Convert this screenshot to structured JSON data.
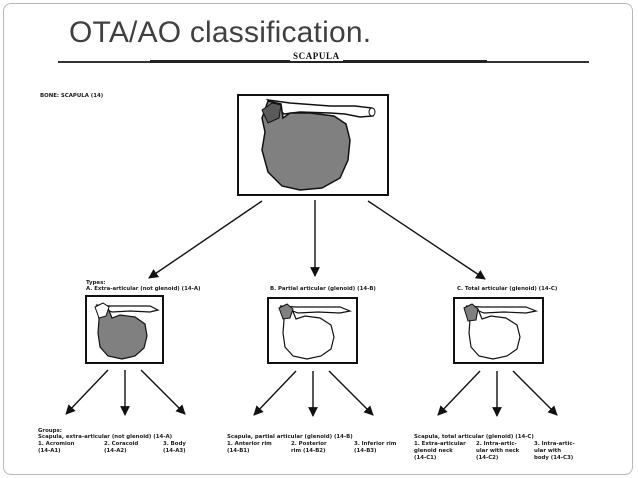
{
  "slide": {
    "title": "OTA/AO classification.",
    "subtitle": "SCAPULA"
  },
  "bone_label": "BONE: SCAPULA (14)",
  "types": {
    "heading": "Types:",
    "a": "A. Extra-articular (not glenoid) (14-A)",
    "b": "B. Partial articular (glenoid) (14-B)",
    "c": "C. Total articular (glenoid) (14-C)"
  },
  "groups": {
    "heading": "Groups:",
    "a_title": "Scapula, extra-articular (not glenoid) (14-A)",
    "a1_line1": "1. Acromion",
    "a1_line2": "(14-A1)",
    "a2_line1": "2. Coracoid",
    "a2_line2": "(14-A2)",
    "a3_line1": "3. Body",
    "a3_line2": "(14-A3)",
    "b_title": "Scapula, partial articular (glenoid) (14-B)",
    "b1_line1": "1. Anterior rim",
    "b1_line2": "(14-B1)",
    "b2_line1": "2. Posterior",
    "b2_line2": "rim (14-B2)",
    "b3_line1": "3. Inferior rim",
    "b3_line2": "(14-B3)",
    "c_title": "Scapula, total articular (glenoid) (14-C)",
    "c1_line1": "1. Extra-articular",
    "c1_line2": "glenoid neck",
    "c1_line3": "(14-C1)",
    "c2_line1": "2. Intra-artic-",
    "c2_line2": "ular with neck",
    "c2_line3": "(14-C2)",
    "c3_line1": "3. Intra-artic-",
    "c3_line2": "ular with",
    "c3_line3": "body (14-C3)"
  },
  "colors": {
    "title_text": "#404040",
    "scapula_fill": "#808080",
    "line": "#111111"
  }
}
